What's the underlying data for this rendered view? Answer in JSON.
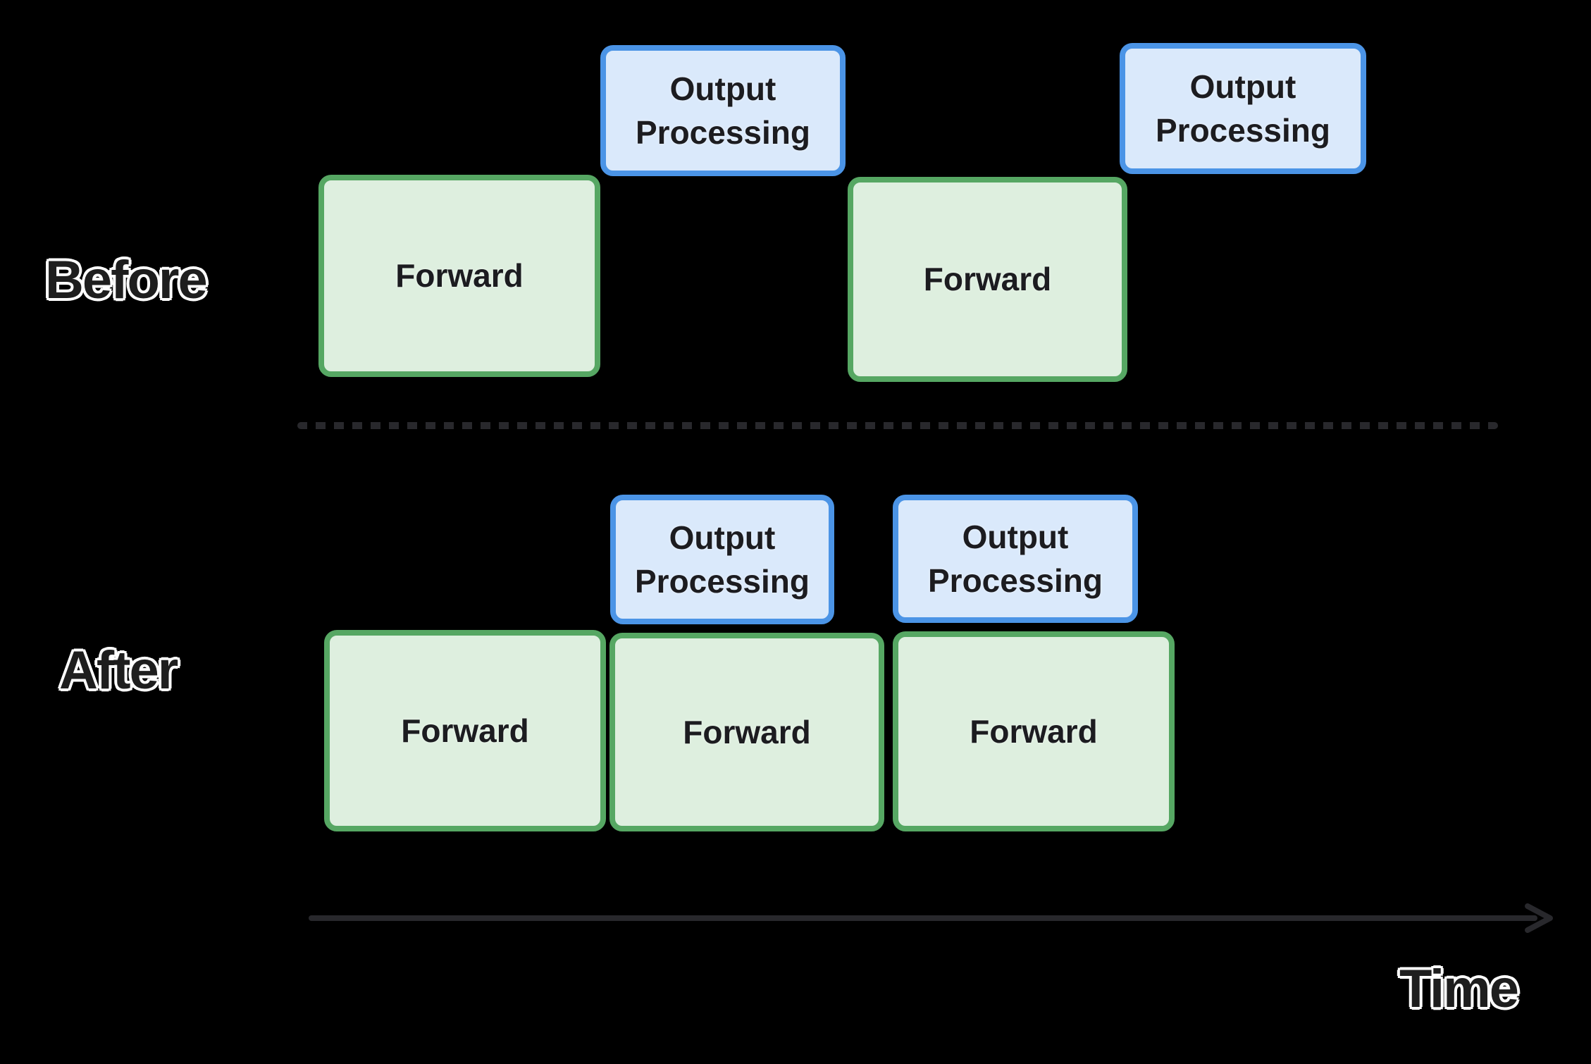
{
  "sections": {
    "before": {
      "label": "Before",
      "blocks": [
        {
          "id": "forward-1",
          "type": "forward",
          "label": "Forward"
        },
        {
          "id": "output-1",
          "type": "output",
          "label": "Output Processing"
        },
        {
          "id": "forward-2",
          "type": "forward",
          "label": "Forward"
        },
        {
          "id": "output-2",
          "type": "output",
          "label": "Output Processing"
        }
      ]
    },
    "after": {
      "label": "After",
      "blocks": [
        {
          "id": "forward-1",
          "type": "forward",
          "label": "Forward"
        },
        {
          "id": "output-1",
          "type": "output",
          "label": "Output Processing"
        },
        {
          "id": "forward-2",
          "type": "forward",
          "label": "Forward"
        },
        {
          "id": "output-2",
          "type": "output",
          "label": "Output Processing"
        },
        {
          "id": "forward-3",
          "type": "forward",
          "label": "Forward"
        }
      ]
    }
  },
  "axis": {
    "label": "Time",
    "direction": "right"
  },
  "colors": {
    "background": "#000000",
    "forward_fill": "#deefdf",
    "forward_border": "#56a763",
    "output_fill": "#dae9fb",
    "output_border": "#4b94e6",
    "block_text": "#1c1c20",
    "label_text": "#1e1e1e",
    "label_outline": "#ffffff",
    "line": "#28282c"
  }
}
